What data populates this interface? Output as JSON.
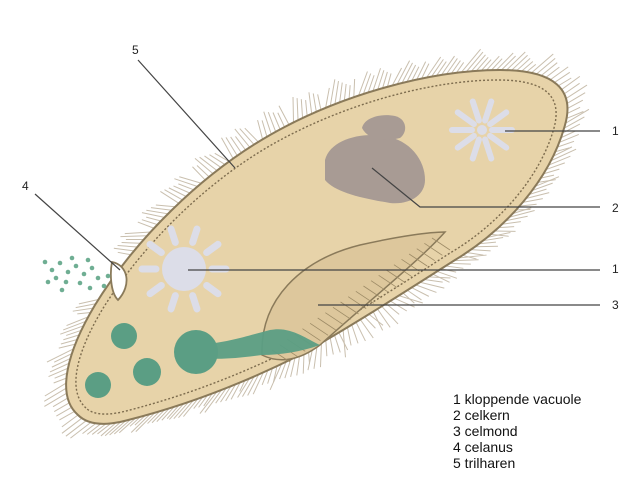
{
  "callouts": {
    "c5": "5",
    "c4": "4",
    "c1a": "1",
    "c2": "2",
    "c1b": "1",
    "c3": "3"
  },
  "legend": [
    "1 kloppende vacuole",
    "2 celkern",
    "3 celmond",
    "4 celanus",
    "5 trilharen"
  ],
  "colors": {
    "cytoplasm": "#e7d3a9",
    "membrane": "#8a7a5a",
    "cilia": "#c9bfae",
    "vacuole": "#dcdde8",
    "nucleus": "#a89b94",
    "food": "#5b9e84",
    "leader": "#444444"
  }
}
